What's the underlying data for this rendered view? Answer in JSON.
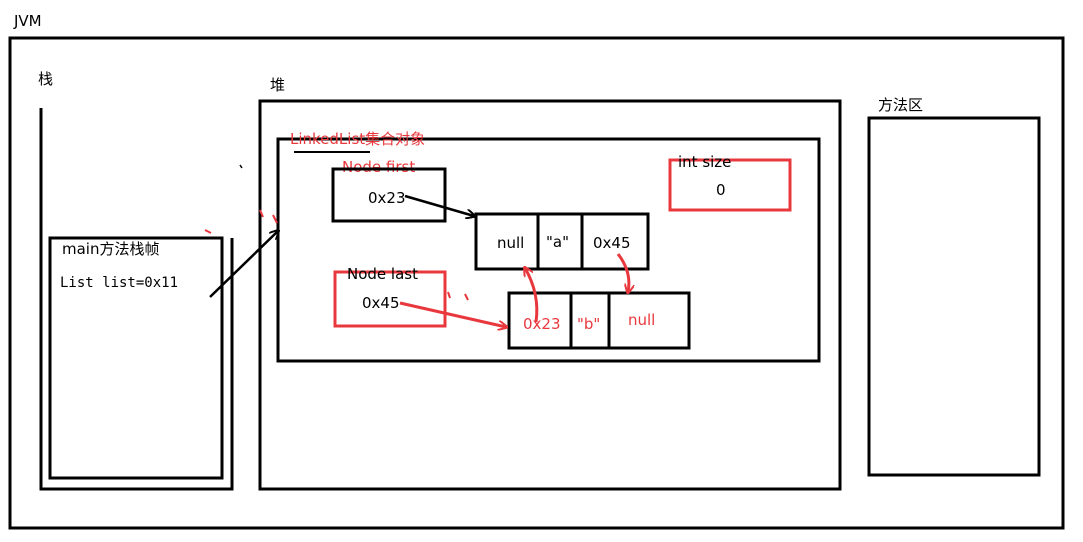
{
  "jvm_label": "JVM",
  "stack": {
    "label": "栈",
    "frame_title": "main方法栈帧",
    "variable": "List list=0x11"
  },
  "heap": {
    "label": "堆",
    "object_title": "LinkedList集合对象",
    "first_label": "Node first",
    "first_value": "0x23",
    "last_label": "Node last",
    "last_value": "0x45",
    "size_label": "int size",
    "size_value": "0",
    "node_a": {
      "prev": "null",
      "item": "\"a\"",
      "next": "0x45"
    },
    "node_b": {
      "prev": "0x23",
      "item": "\"b\"",
      "next": "null"
    }
  },
  "method_area": {
    "label": "方法区"
  },
  "colors": {
    "black": "#000000",
    "red": "#e8383d"
  }
}
